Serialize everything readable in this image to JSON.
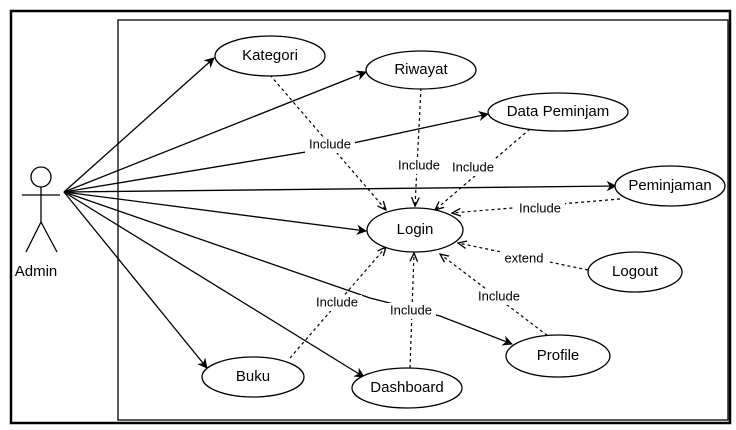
{
  "actor": {
    "label": "Admin"
  },
  "use_cases": {
    "kategori": "Kategori",
    "riwayat": "Riwayat",
    "data_peminjam": "Data Peminjam",
    "peminjaman": "Peminjaman",
    "login": "Login",
    "logout": "Logout",
    "profile": "Profile",
    "dashboard": "Dashboard",
    "buku": "Buku"
  },
  "relations": {
    "kategori_login": "Include",
    "riwayat_login": "Include",
    "data_peminjam_login": "Include",
    "peminjaman_login": "Include",
    "logout_login": "extend",
    "profile_login": "Include",
    "dashboard_login": "Include",
    "buku_login": "Include"
  }
}
